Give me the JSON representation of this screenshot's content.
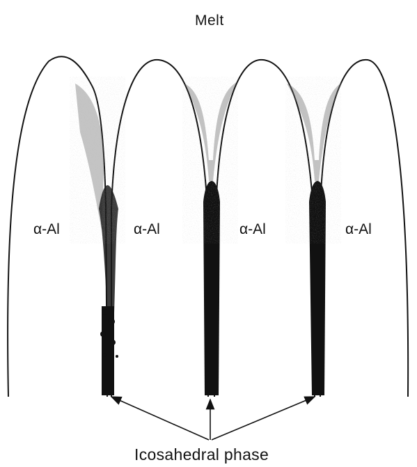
{
  "title": "Melt",
  "phase_labels": [
    "α-Al",
    "α-Al",
    "α-Al",
    "α-Al"
  ],
  "arrow_label": "Icosahedral phase",
  "colors": {
    "ink": "#111111",
    "background": "#ffffff"
  }
}
